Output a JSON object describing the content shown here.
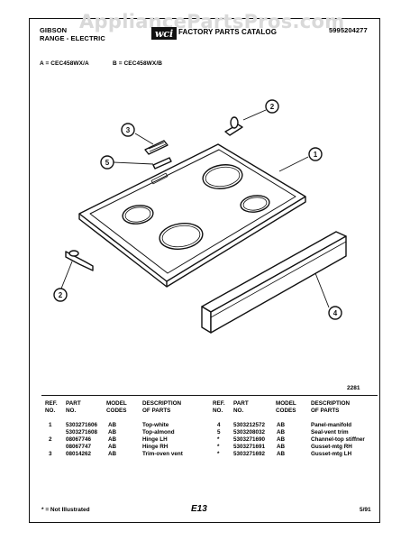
{
  "watermark": "AppliancePartsPros.com",
  "header": {
    "brand": "GIBSON",
    "product": "RANGE - ELECTRIC",
    "catalog": "FACTORY PARTS CATALOG",
    "catalog_number": "5995204277",
    "logo": "wci-logo",
    "model_a": "A = CEC458WX/A",
    "model_b": "B = CEC458WX/B"
  },
  "diagram": {
    "figure_number": "2281",
    "callouts": [
      "1",
      "2",
      "2",
      "3",
      "4",
      "5"
    ]
  },
  "table_headers": {
    "ref": [
      "REF.",
      "NO."
    ],
    "part": [
      "PART",
      "NO."
    ],
    "model": [
      "MODEL",
      "CODES"
    ],
    "desc": [
      "DESCRIPTION",
      "OF PARTS"
    ]
  },
  "parts_left": [
    {
      "ref": "1",
      "part": "5303271606",
      "code": "AB",
      "desc": "Top-white"
    },
    {
      "ref": "",
      "part": "5303271608",
      "code": "AB",
      "desc": "Top-almond"
    },
    {
      "ref": "2",
      "part": "08067746",
      "code": "AB",
      "desc": "Hinge LH"
    },
    {
      "ref": "",
      "part": "08067747",
      "code": "AB",
      "desc": "Hinge RH"
    },
    {
      "ref": "3",
      "part": "08014262",
      "code": "AB",
      "desc": "Trim-oven vent"
    }
  ],
  "parts_right": [
    {
      "ref": "4",
      "part": "5303212572",
      "code": "AB",
      "desc": "Panel-manifold"
    },
    {
      "ref": "5",
      "part": "5303208032",
      "code": "AB",
      "desc": "Seal-vent trim"
    },
    {
      "ref": "*",
      "part": "5303271690",
      "code": "AB",
      "desc": "Channel-top stiffner"
    },
    {
      "ref": "*",
      "part": "5303271691",
      "code": "AB",
      "desc": "Gusset-mtg RH"
    },
    {
      "ref": "*",
      "part": "5303271692",
      "code": "AB",
      "desc": "Gusset-mtg LH"
    }
  ],
  "footer": {
    "note": "* = Not Illustrated",
    "page": "E13",
    "date": "5/91"
  }
}
